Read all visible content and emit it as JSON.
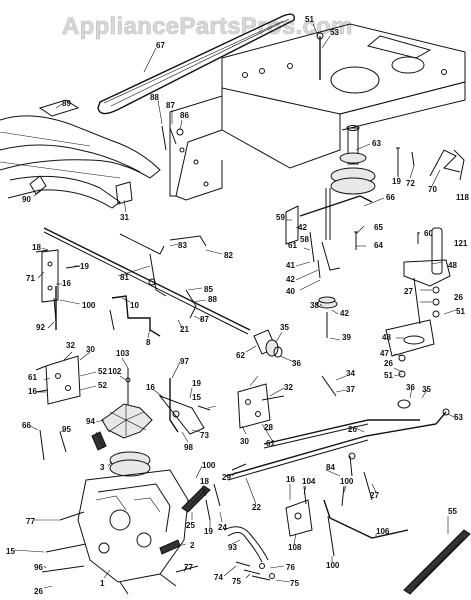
{
  "watermark": "AppliancePartsPros.com",
  "callouts": [
    "67",
    "51",
    "53",
    "89",
    "88",
    "87",
    "86",
    "63",
    "19",
    "72",
    "70",
    "118",
    "90",
    "31",
    "66",
    "60",
    "121",
    "59",
    "42",
    "65",
    "61",
    "58",
    "64",
    "18",
    "83",
    "82",
    "71",
    "19",
    "16",
    "100",
    "81",
    "85",
    "88",
    "48",
    "41",
    "42",
    "40",
    "27",
    "26",
    "51",
    "92",
    "10",
    "8",
    "87",
    "21",
    "38",
    "42",
    "39",
    "62",
    "35",
    "36",
    "48",
    "47",
    "26",
    "51",
    "32",
    "30",
    "103",
    "102",
    "97",
    "16",
    "19",
    "15",
    "52",
    "61",
    "16",
    "52",
    "94",
    "34",
    "37",
    "32",
    "30",
    "61",
    "36",
    "35",
    "53",
    "73",
    "98",
    "66",
    "95",
    "28",
    "26",
    "3",
    "29",
    "22",
    "27",
    "100",
    "84",
    "104",
    "100",
    "16",
    "25",
    "19",
    "24",
    "18",
    "106",
    "77",
    "108",
    "93",
    "2",
    "100",
    "15",
    "55",
    "96",
    "1",
    "77",
    "74",
    "75",
    "76",
    "26",
    "75"
  ]
}
